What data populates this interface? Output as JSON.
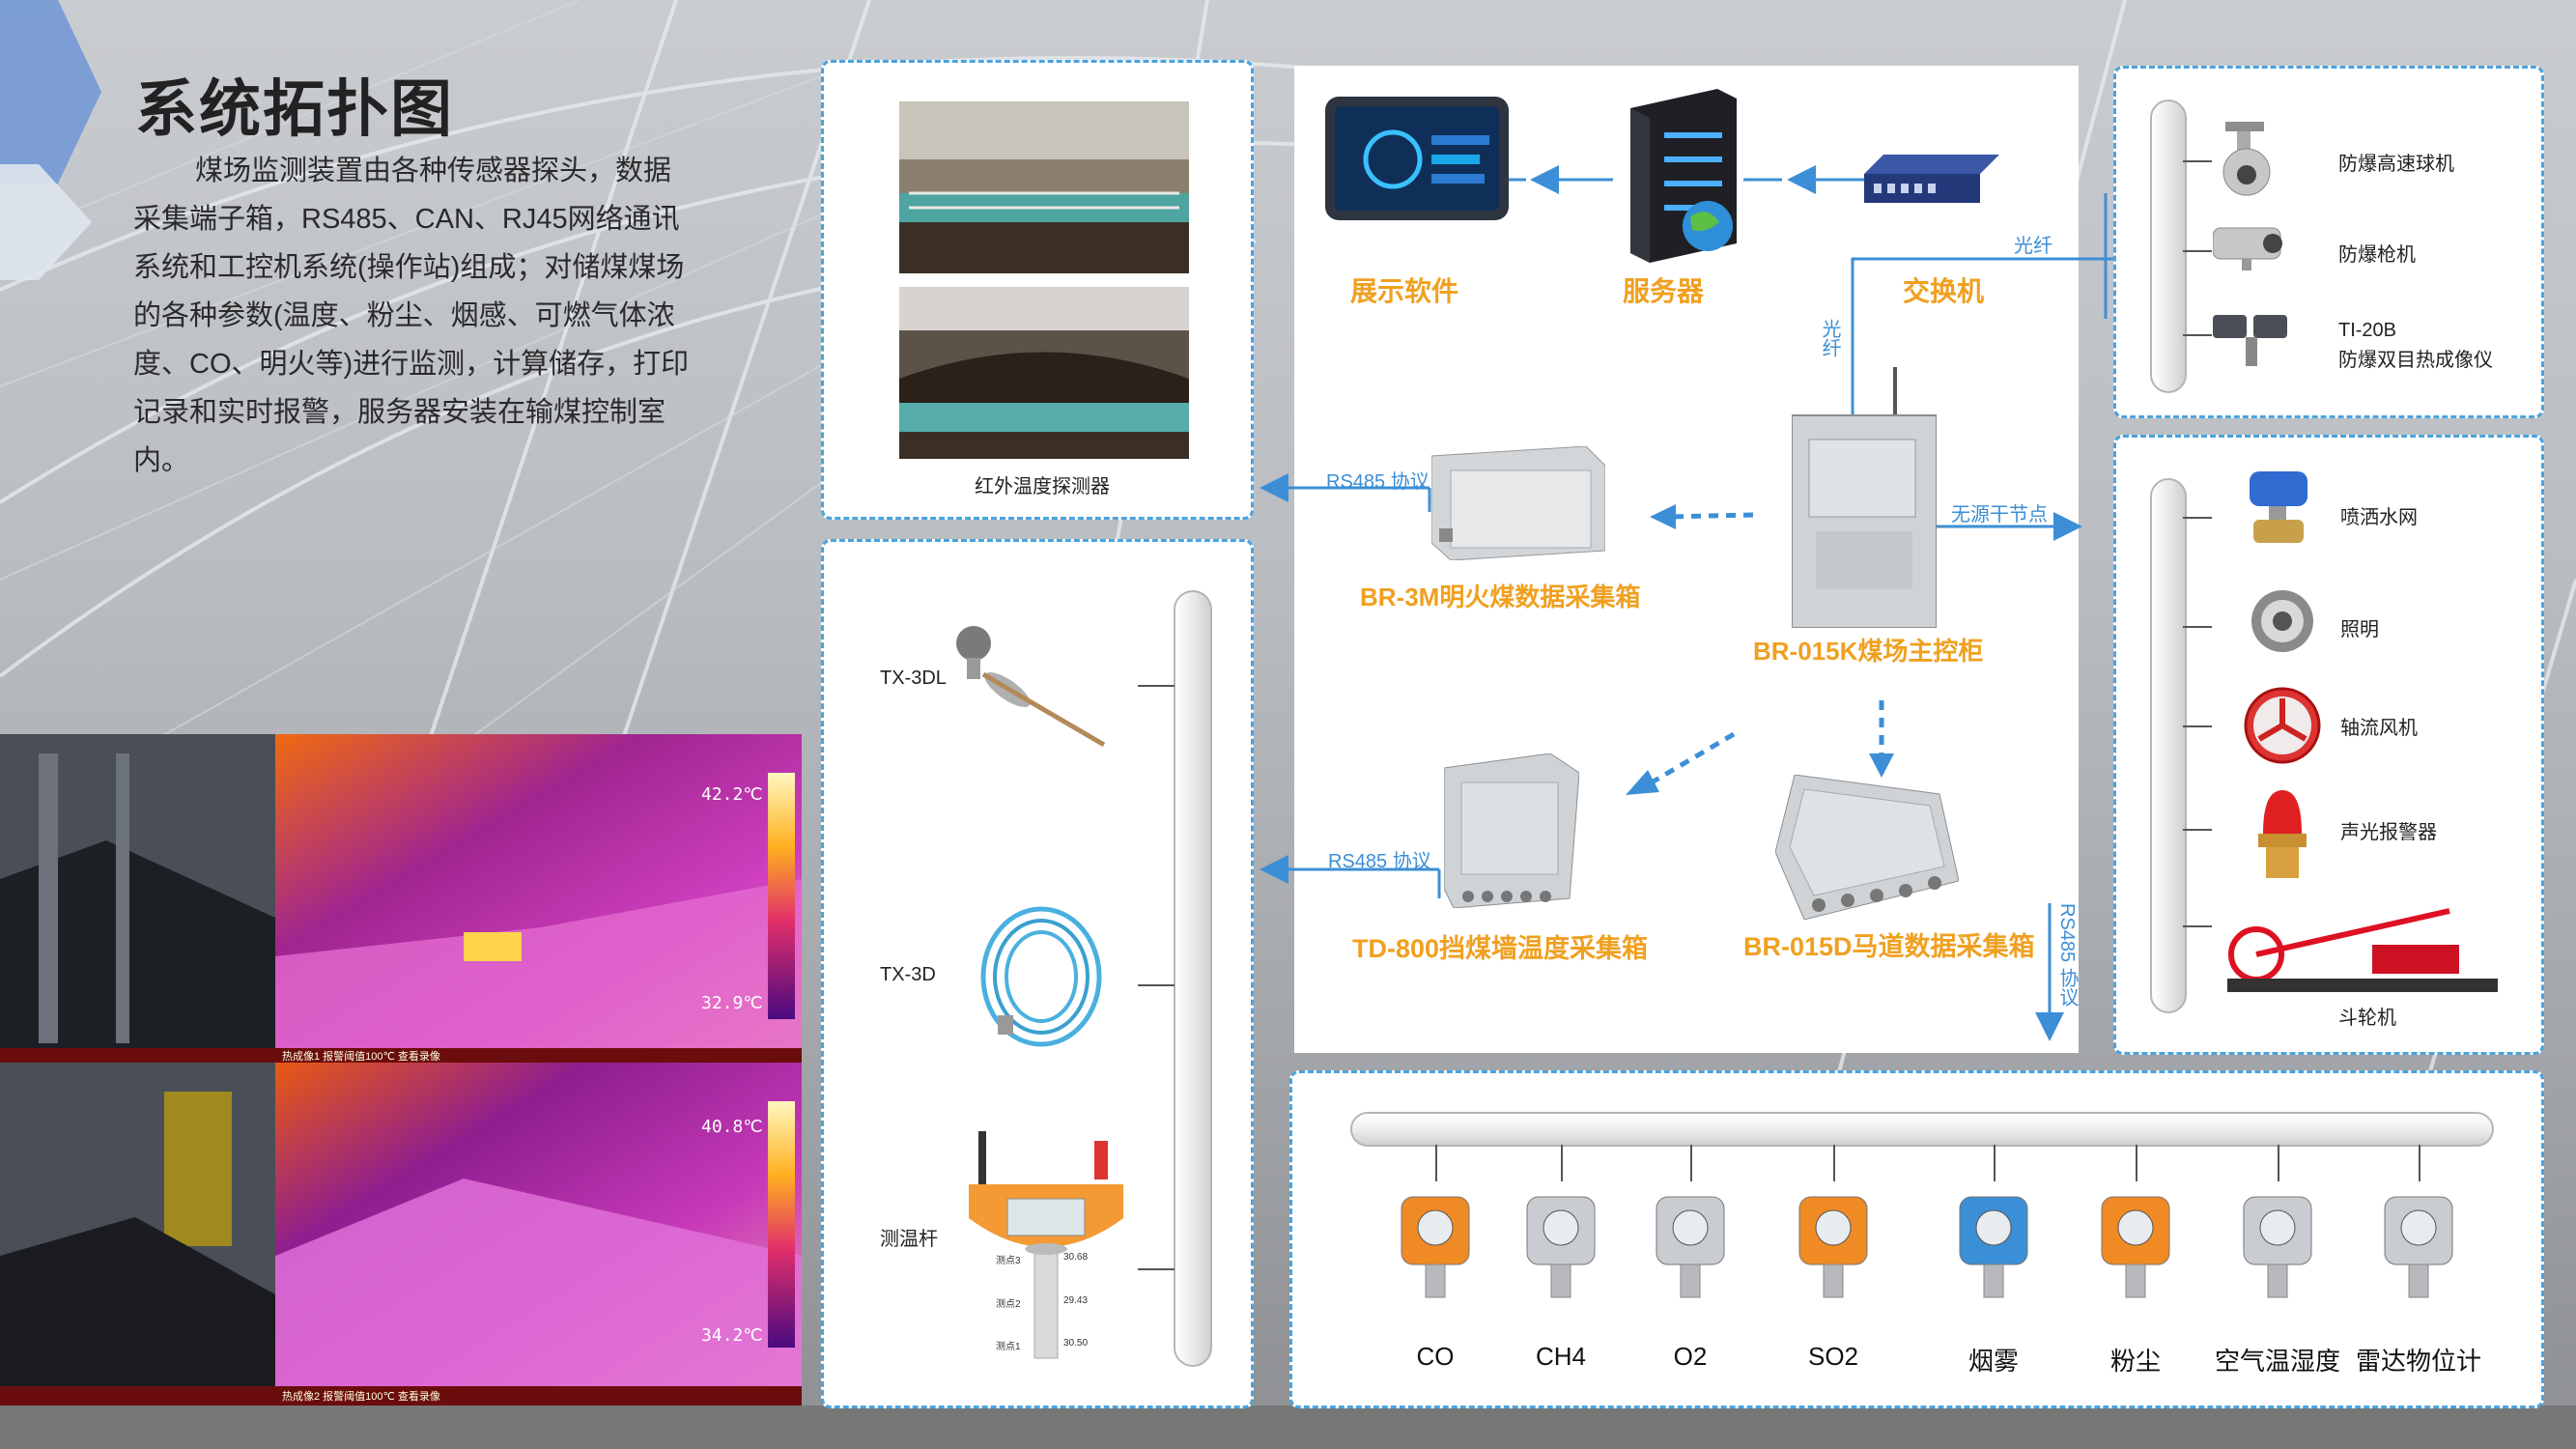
{
  "title": "系统拓扑图",
  "description": "煤场监测装置由各种传感器探头，数据采集端子箱，RS485、CAN、RJ45网络通讯系统和工控机系统(操作站)组成；对储煤煤场的各种参数(温度、粉尘、烟感、可燃气体浓度、CO、明火等)进行监测，计算储存，打印记录和实时报警，服务器安装在输煤控制室内。",
  "infrared": {
    "label": "红外温度探测器"
  },
  "thermal": {
    "top": {
      "max": "42.2℃",
      "min": "32.9℃",
      "footer": "热成像1  报警阈值100℃  查看录像"
    },
    "bottom": {
      "max": "40.8℃",
      "min": "34.2℃",
      "footer": "热成像2  报警阈值100℃  查看录像"
    }
  },
  "probes": {
    "p1": "TX-3DL",
    "p2": "TX-3D",
    "p3": "测温杆",
    "rod_device": {
      "rows": [
        {
          "name": "测点3",
          "value": "30.68"
        },
        {
          "name": "测点2",
          "value": "29.43"
        },
        {
          "name": "测点1",
          "value": "30.50"
        }
      ]
    }
  },
  "network": {
    "display": "展示软件",
    "server": "服务器",
    "switch": "交换机",
    "fiber1": "光纤",
    "fiber2": "光纤",
    "main_cabinet": "BR-015K煤场主控柜",
    "fire_box": "BR-3M明火煤数据采集箱",
    "wall_box": "TD-800挡煤墙温度采集箱",
    "road_box": "BR-015D马道数据采集箱",
    "rs485_1": "RS485 协议",
    "rs485_2": "RS485 协议",
    "rs485_3": "RS485 协议",
    "dry_contact": "无源干节点"
  },
  "cameras": {
    "c1": "防爆高速球机",
    "c2": "防爆枪机",
    "c3a": "TI-20B",
    "c3b": "防爆双目热成像仪"
  },
  "actuators": {
    "a1": "喷洒水网",
    "a2": "照明",
    "a3": "轴流风机",
    "a4": "声光报警器",
    "a5": "斗轮机"
  },
  "sensors": [
    "CO",
    "CH4",
    "O2",
    "SO2",
    "烟雾",
    "粉尘",
    "空气温湿度",
    "雷达物位计"
  ],
  "colors": {
    "accent_blue": "#3c8fd6",
    "label_orange": "#f0a020",
    "panel_border": "#4aa3df"
  }
}
